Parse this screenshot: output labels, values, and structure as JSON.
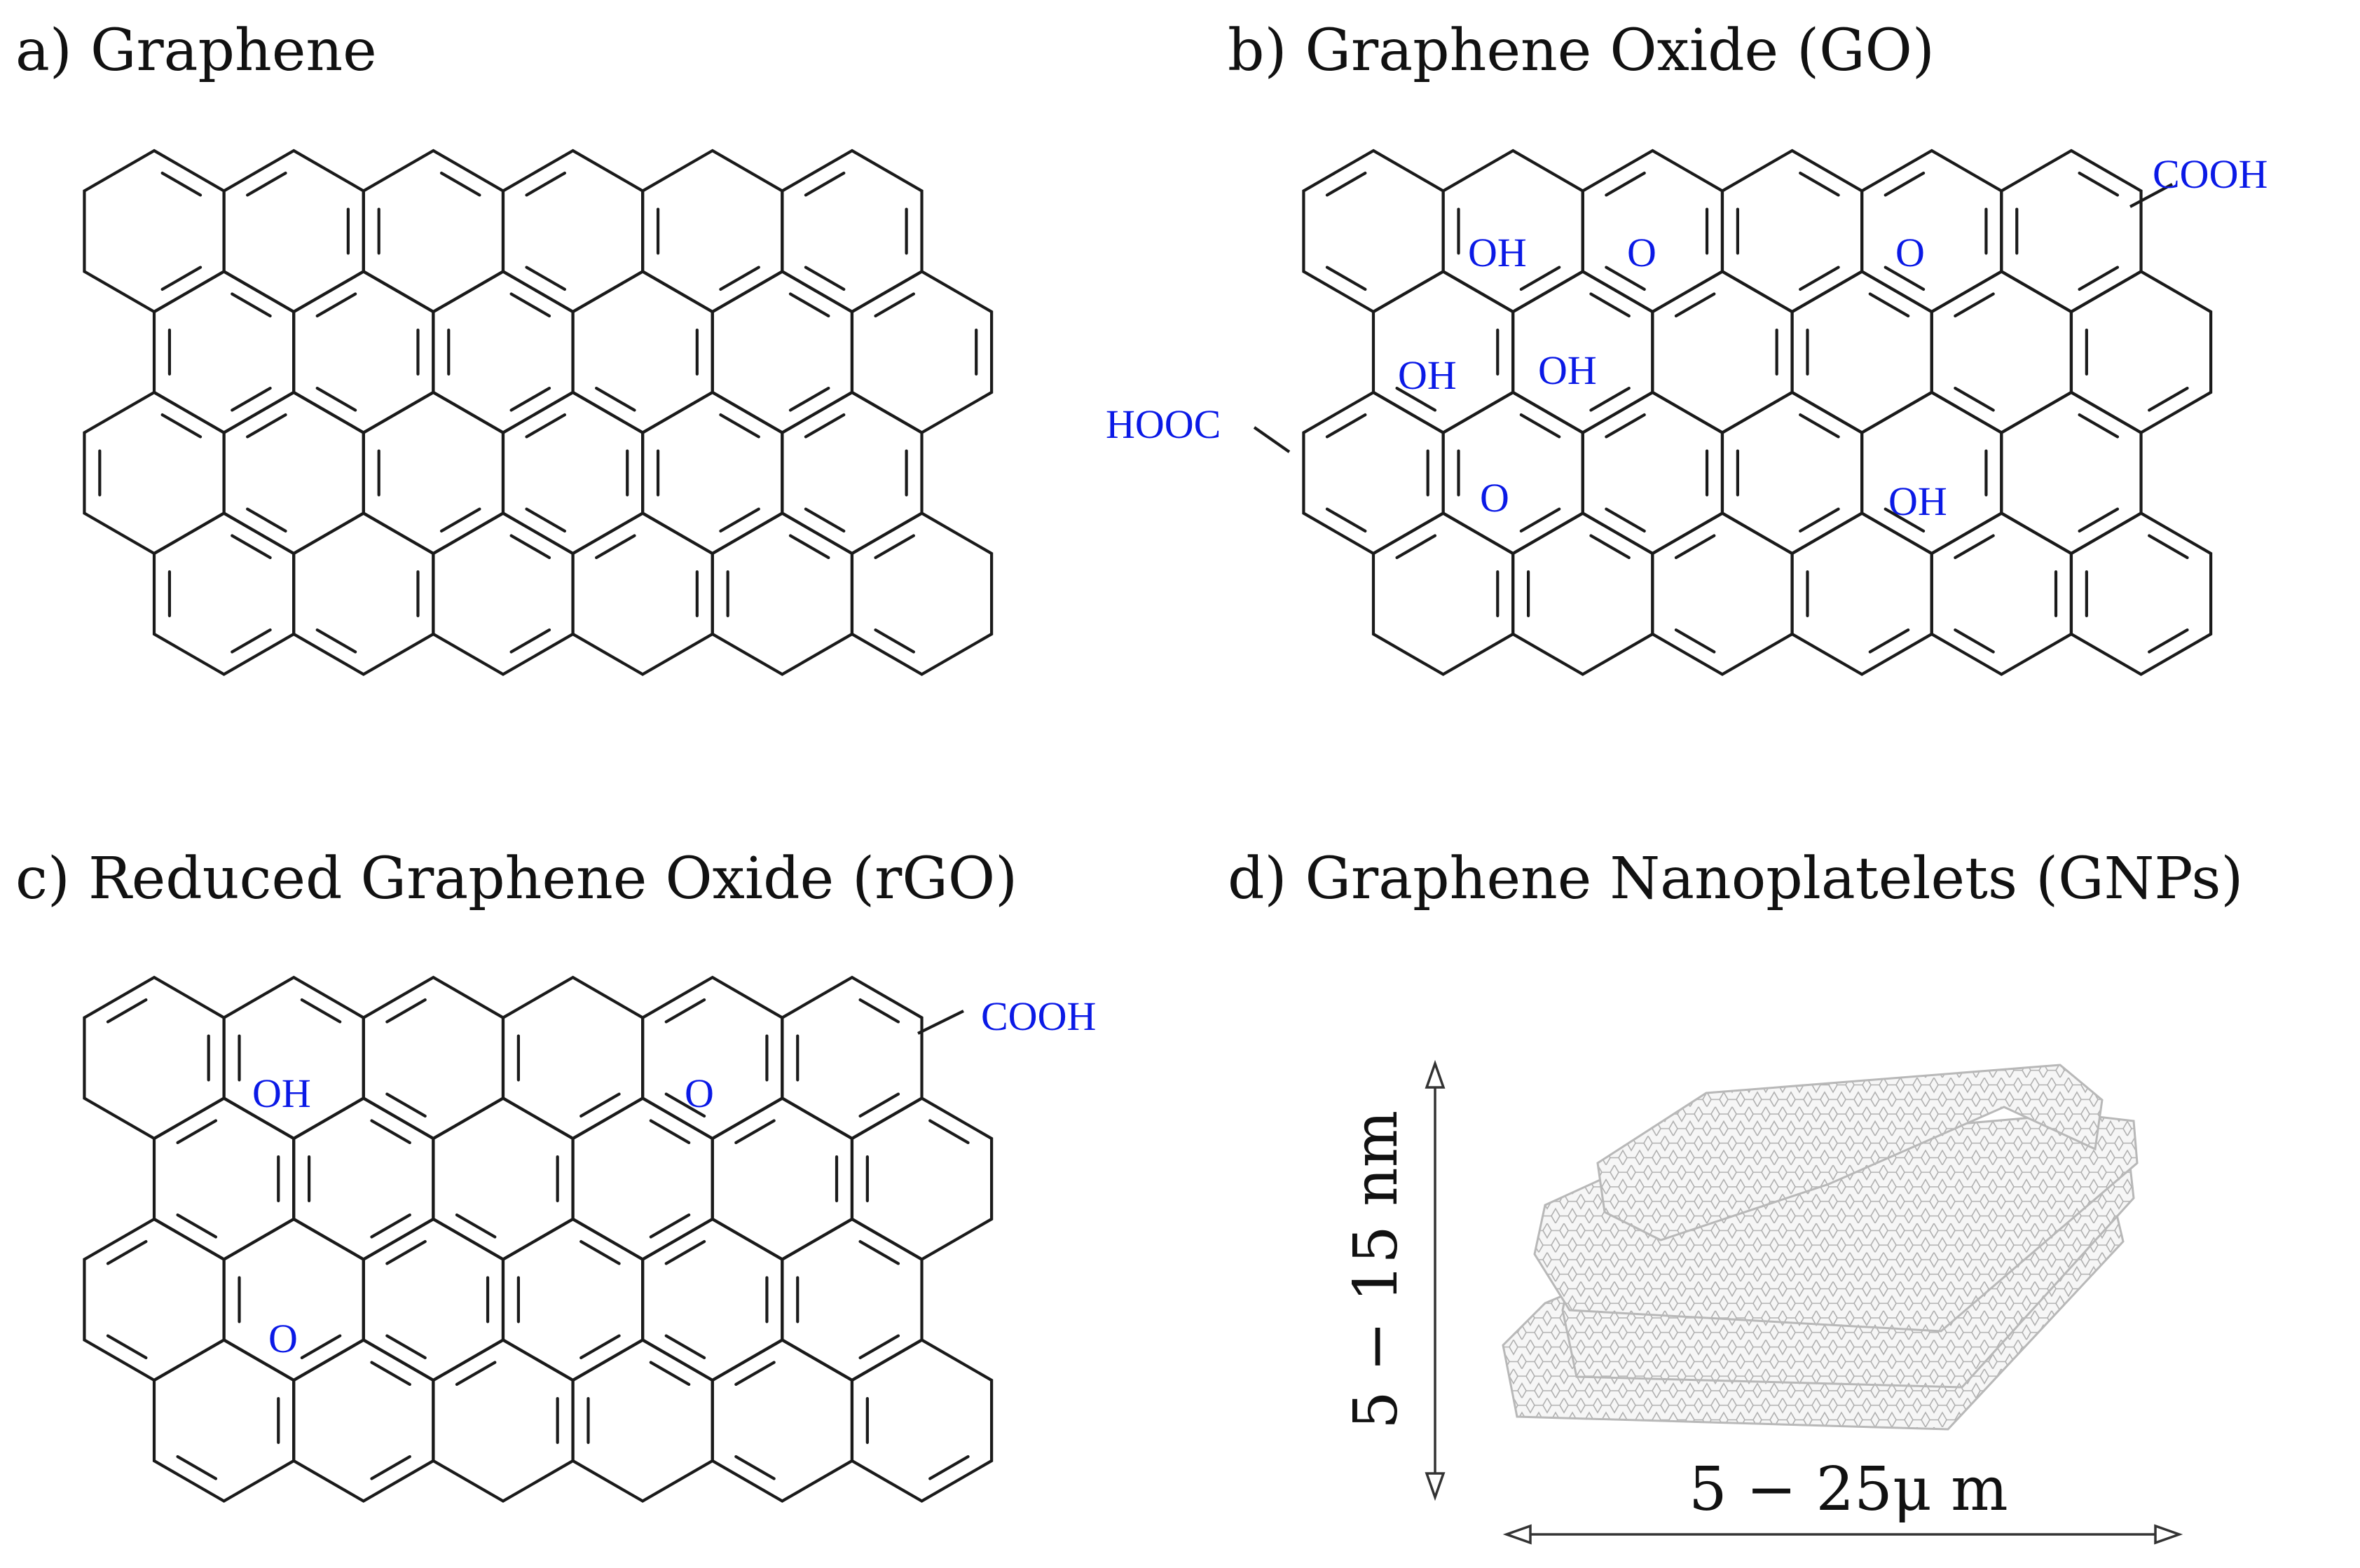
{
  "panels": {
    "a": {
      "title": "a)  Graphene",
      "groups": []
    },
    "b": {
      "title": "b)  Graphene Oxide (GO)",
      "groups": [
        {
          "label": "OH"
        },
        {
          "label": "O"
        },
        {
          "label": "O"
        },
        {
          "label": "COOH"
        },
        {
          "label": "OH"
        },
        {
          "label": "OH"
        },
        {
          "label": "HOOC"
        },
        {
          "label": "O"
        },
        {
          "label": "OH"
        }
      ]
    },
    "c": {
      "title": "c)  Reduced Graphene Oxide (rGO)",
      "groups": [
        {
          "label": "OH"
        },
        {
          "label": "O"
        },
        {
          "label": "COOH"
        },
        {
          "label": "O"
        }
      ]
    },
    "d": {
      "title": "d)  Graphene Nanoplatelets (GNPs)",
      "thickness_label": "5 − 15   nm",
      "width_label": "5 − 25μ m",
      "platelet_count": 4
    }
  },
  "colors": {
    "functional_group": "#0a19e6",
    "bond": "#1a1a1a",
    "platelet": "#b8b8b8"
  }
}
